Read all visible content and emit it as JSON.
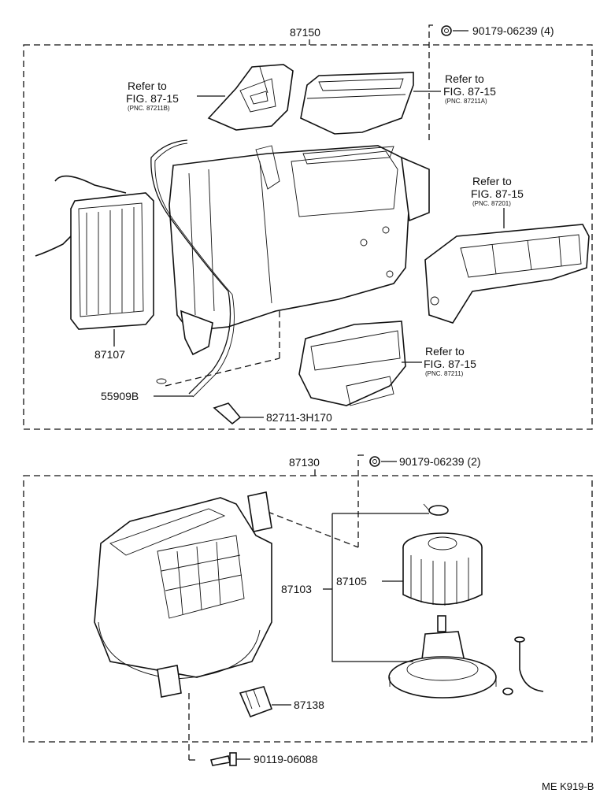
{
  "top_group": {
    "assembly_number": "87150",
    "clip_part": "90179-06239 (4)",
    "refs": [
      {
        "line1": "Refer to",
        "line2": "FIG. 87-15",
        "pnc": "(PNC. 87211B)"
      },
      {
        "line1": "Refer to",
        "line2": "FIG. 87-15",
        "pnc": "(PNC. 87211A)"
      },
      {
        "line1": "Refer to",
        "line2": "FIG. 87-15",
        "pnc": "(PNC. 87201)"
      },
      {
        "line1": "Refer to",
        "line2": "FIG. 87-15",
        "pnc": "(PNC. 87211)"
      }
    ],
    "heater_core": "87107",
    "hose": "55909B",
    "clamp": "82711-3H170"
  },
  "bottom_group": {
    "assembly_number": "87130",
    "clip_part": "90179-06239 (2)",
    "motor_assy": "87103",
    "fan": "87105",
    "resistor": "87138",
    "screw": "90119-06088"
  },
  "footer": {
    "drawing_code": "ME K919-B"
  }
}
